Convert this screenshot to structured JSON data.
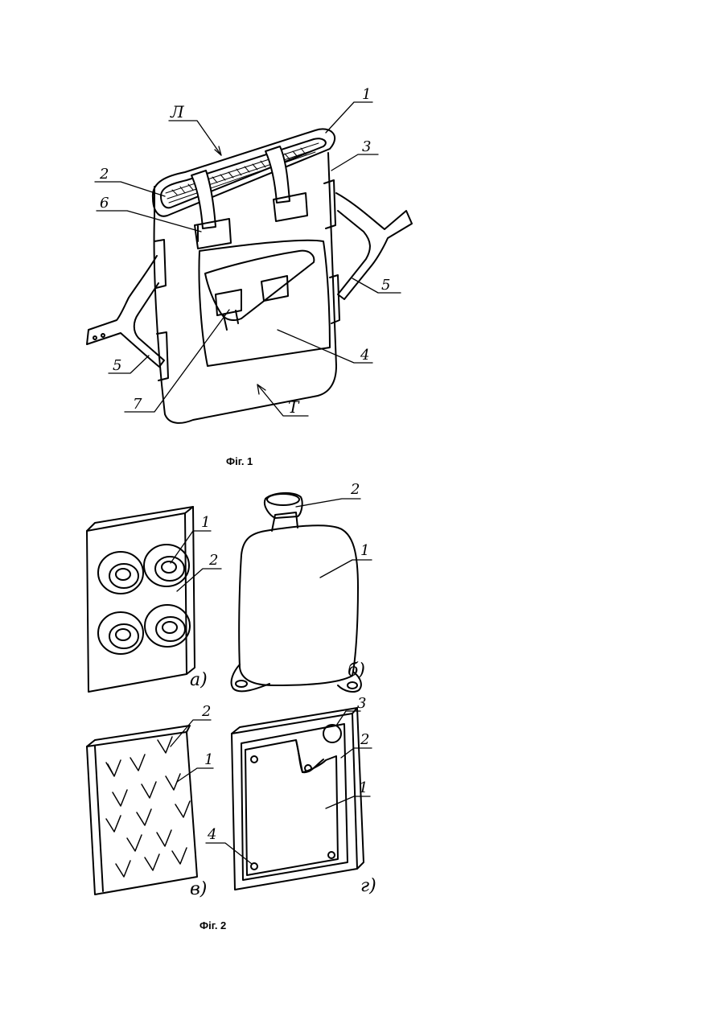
{
  "figure1": {
    "caption": "Фіг. 1",
    "labels": {
      "l1": "1",
      "l2": "2",
      "l3": "3",
      "l4": "4",
      "l5a": "5",
      "l5b": "5",
      "l6": "6",
      "l7": "7",
      "lA": "Л",
      "lT": "Т"
    }
  },
  "figure2": {
    "caption": "Фіг. 2",
    "panel_a": {
      "letter": "а)",
      "labels": {
        "l1": "1",
        "l2": "2"
      }
    },
    "panel_b": {
      "letter": "б)",
      "labels": {
        "l1": "1",
        "l2": "2"
      }
    },
    "panel_c": {
      "letter": "в)",
      "labels": {
        "l1": "1",
        "l2": "2"
      }
    },
    "panel_d": {
      "letter": "г)",
      "labels": {
        "l1": "1",
        "l2": "2",
        "l3": "3",
        "l4": "4"
      }
    }
  }
}
